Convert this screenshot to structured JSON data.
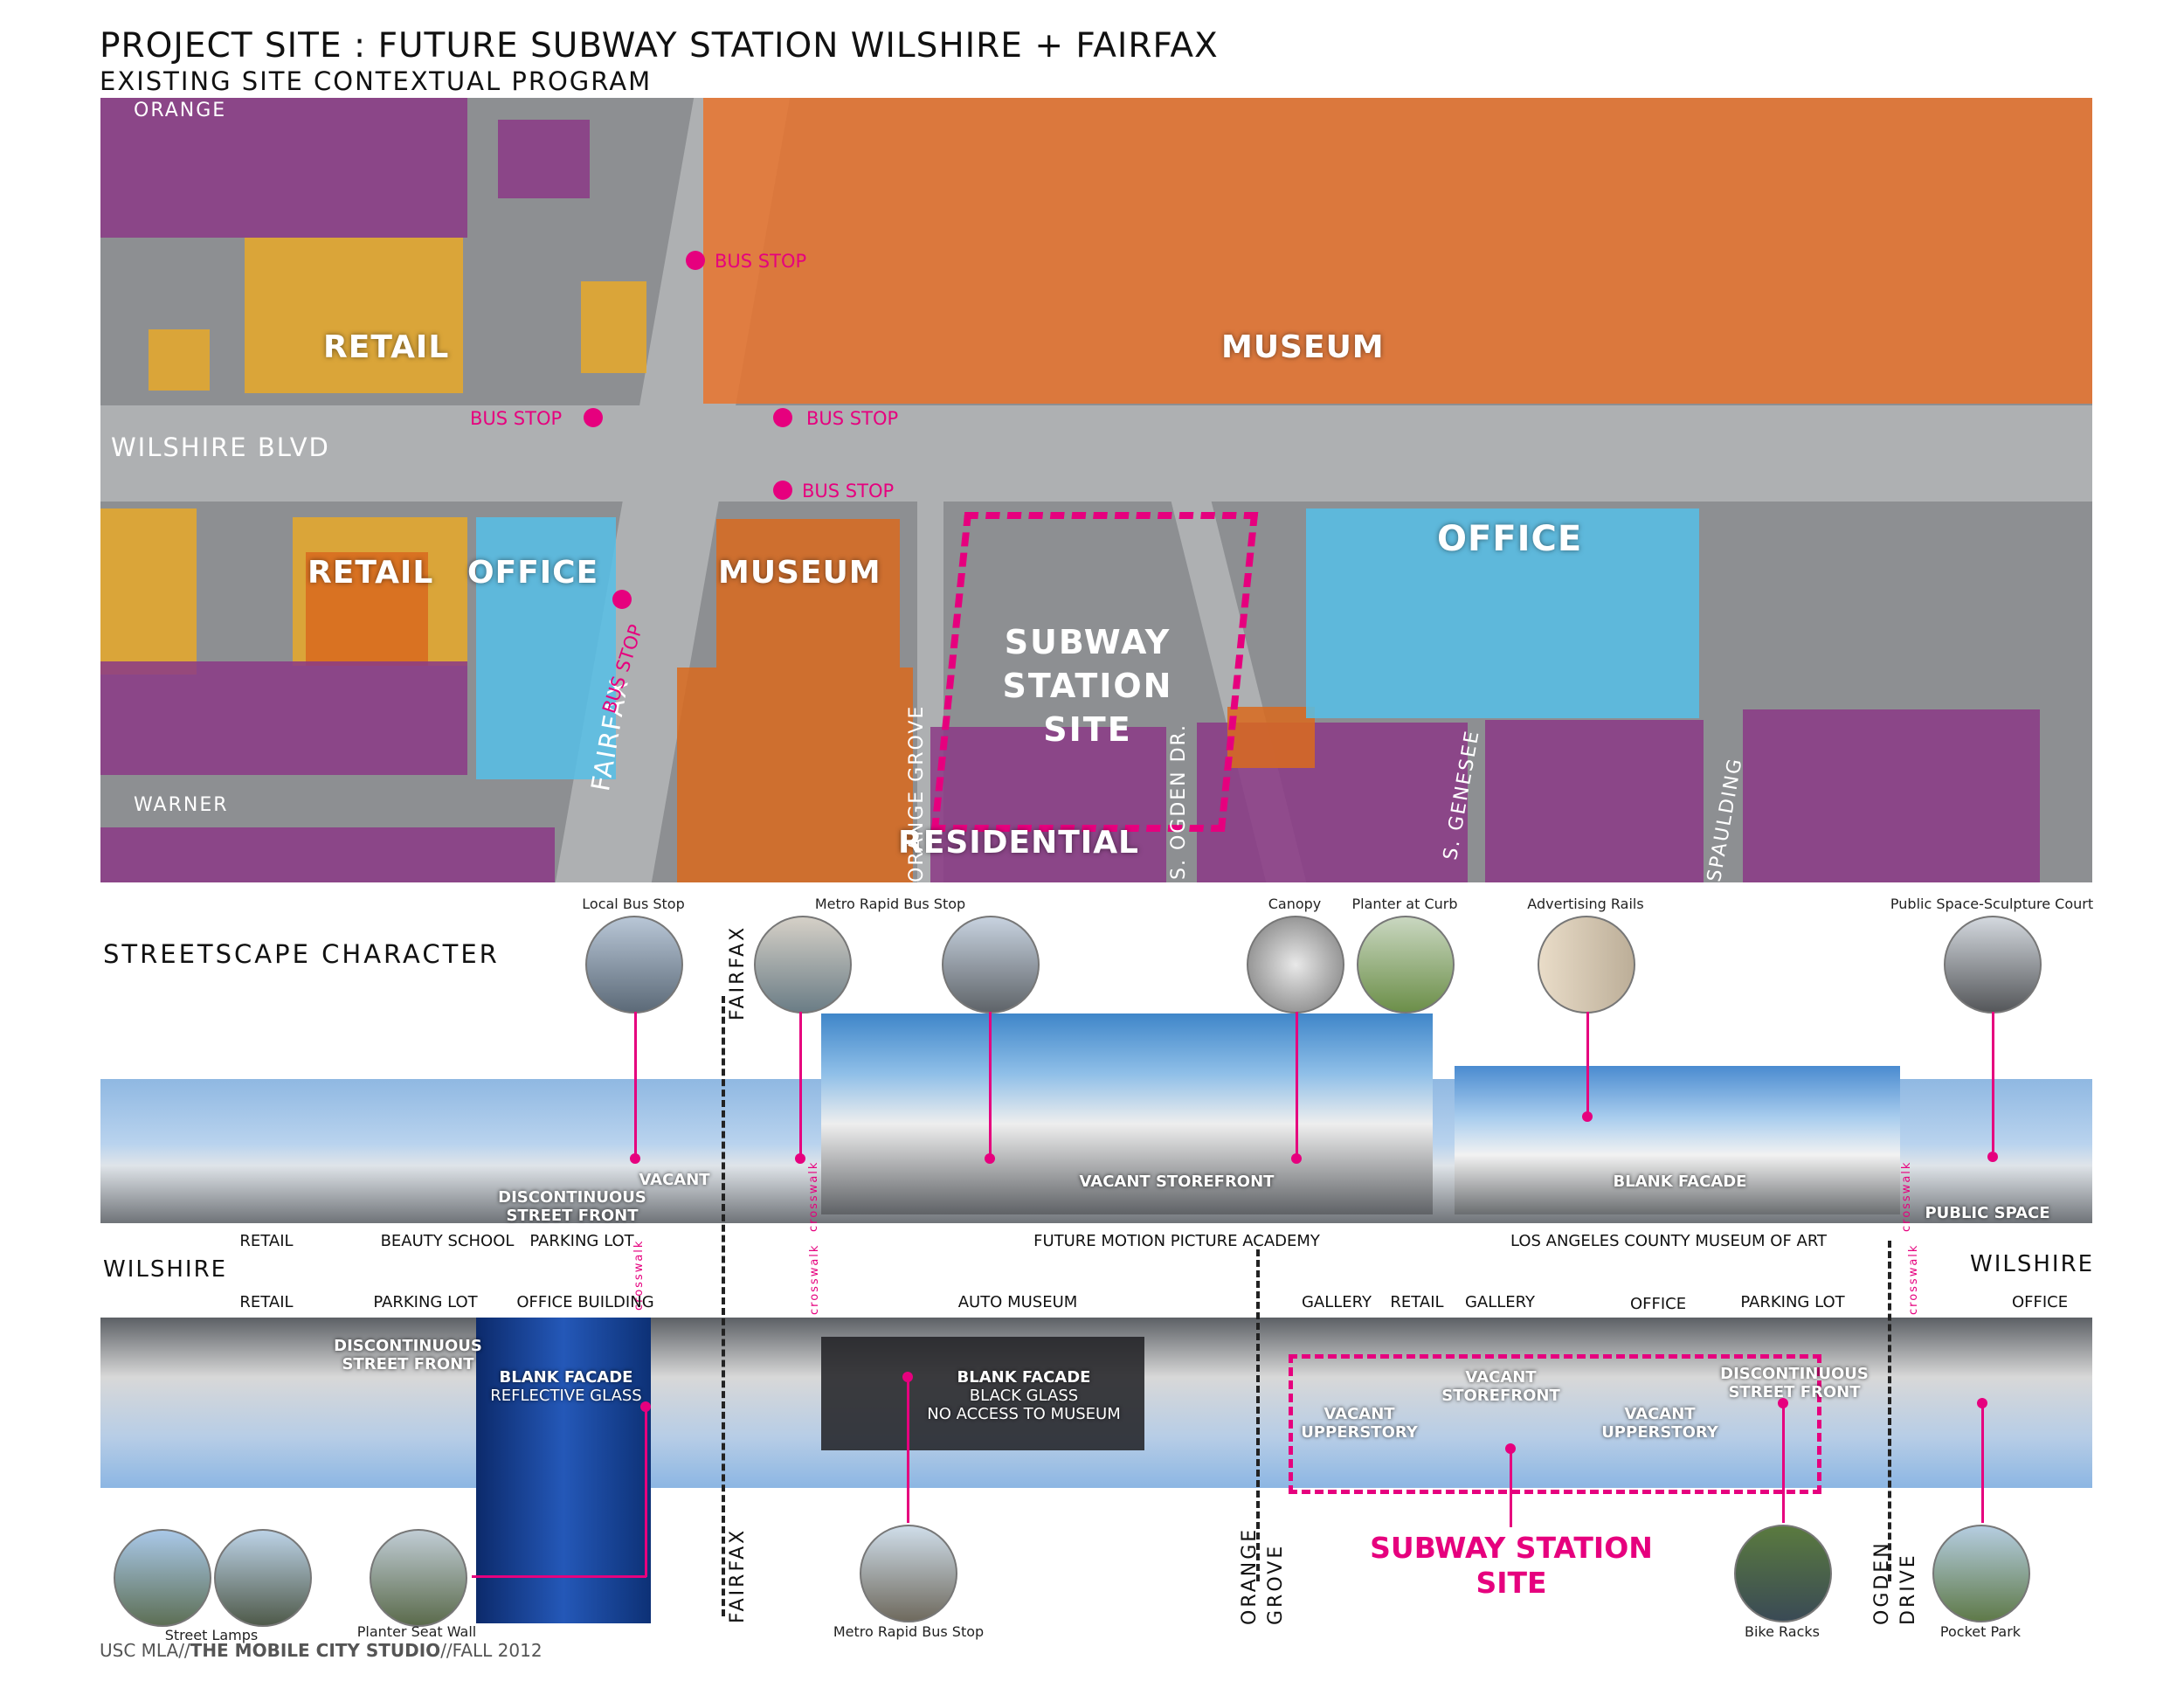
{
  "header": {
    "title": "PROJECT SITE : FUTURE SUBWAY STATION WILSHIRE + FAIRFAX",
    "subtitle": "EXISTING SITE CONTEXTUAL PROGRAM"
  },
  "map": {
    "zones": {
      "retail_nw": "RETAIL",
      "museum_n": "MUSEUM",
      "retail_sw": "RETAIL",
      "office_sw": "OFFICE",
      "museum_s": "MUSEUM",
      "office_se": "OFFICE",
      "residential": "RESIDENTIAL"
    },
    "station": {
      "line1": "SUBWAY",
      "line2": "STATION",
      "line3": "SITE"
    },
    "streets": {
      "orange": "ORANGE",
      "wilshire": "WILSHIRE BLVD",
      "warner": "WARNER",
      "fairfax": "FAIRFAX",
      "orange_grove": "ORANGE GROVE",
      "ogden": "S. OGDEN DR.",
      "genesee": "S. GENESEE",
      "spaulding": "SPAULDING"
    },
    "bus_stop": "BUS STOP"
  },
  "streetscape": {
    "title": "STREETSCAPE CHARACTER",
    "top_photos": [
      "Local Bus Stop",
      "Metro Rapid Bus Stop",
      "Canopy",
      "Planter at Curb",
      "Advertising Rails",
      "Public Space-Sculpture Court"
    ],
    "bottom_photos": [
      "Street Lamps",
      "Planter Seat Wall",
      "Metro Rapid Bus Stop",
      "Bike Racks",
      "Pocket Park"
    ],
    "north_labels": {
      "vacant": "VACANT",
      "discontinuous_1": "DISCONTINUOUS",
      "discontinuous_2": "STREET FRONT",
      "vacant_storefront": "VACANT STOREFRONT",
      "blank_facade": "BLANK FACADE",
      "public_space": "PUBLIC SPACE"
    },
    "north_uses": {
      "retail": "RETAIL",
      "beauty_school": "BEAUTY SCHOOL",
      "parking_lot": "PARKING LOT",
      "future_academy": "FUTURE MOTION PICTURE ACADEMY",
      "lacma": "LOS ANGELES COUNTY MUSEUM OF ART"
    },
    "wilshire": "WILSHIRE",
    "south_uses": {
      "retail": "RETAIL",
      "parking_lot": "PARKING LOT",
      "office_building": "OFFICE BUILDING",
      "auto_museum": "AUTO MUSEUM",
      "gallery_1": "GALLERY",
      "retail_2": "RETAIL",
      "gallery_2": "GALLERY",
      "office": "OFFICE",
      "parking_lot_2": "PARKING LOT",
      "office_2": "OFFICE"
    },
    "south_labels": {
      "discontinuous_1": "DISCONTINUOUS",
      "discontinuous_2": "STREET FRONT",
      "blank_facade_1": "BLANK FACADE",
      "reflective": "REFLECTIVE GLASS",
      "blank_facade_2": "BLANK FACADE",
      "black_glass": "BLACK GLASS",
      "no_access": "NO ACCESS TO MUSEUM",
      "vacant_upper_1a": "VACANT",
      "vacant_upper_1b": "UPPERSTORY",
      "vacant_store_a": "VACANT",
      "vacant_store_b": "STOREFRONT",
      "vacant_upper_2a": "VACANT",
      "vacant_upper_2b": "UPPERSTORY",
      "discontinuous_3": "DISCONTINUOUS",
      "discontinuous_4": "STREET FRONT"
    },
    "cross_streets": {
      "fairfax": "FAIRFAX",
      "orange_grove_1": "ORANGE",
      "orange_grove_2": "GROVE",
      "ogden_1": "OGDEN",
      "ogden_2": "DRIVE"
    },
    "crosswalk": "crosswalk",
    "station_site_1": "SUBWAY STATION",
    "station_site_2": "SITE"
  },
  "footer": {
    "credit_a": "USC MLA//",
    "credit_b": "THE MOBILE CITY STUDIO",
    "credit_c": "//FALL 2012"
  },
  "colors": {
    "accent": "#e6007e",
    "museum": "#e8742e",
    "retail": "#e7a92a",
    "residential": "#8a3a86",
    "office": "#56bfe6"
  }
}
